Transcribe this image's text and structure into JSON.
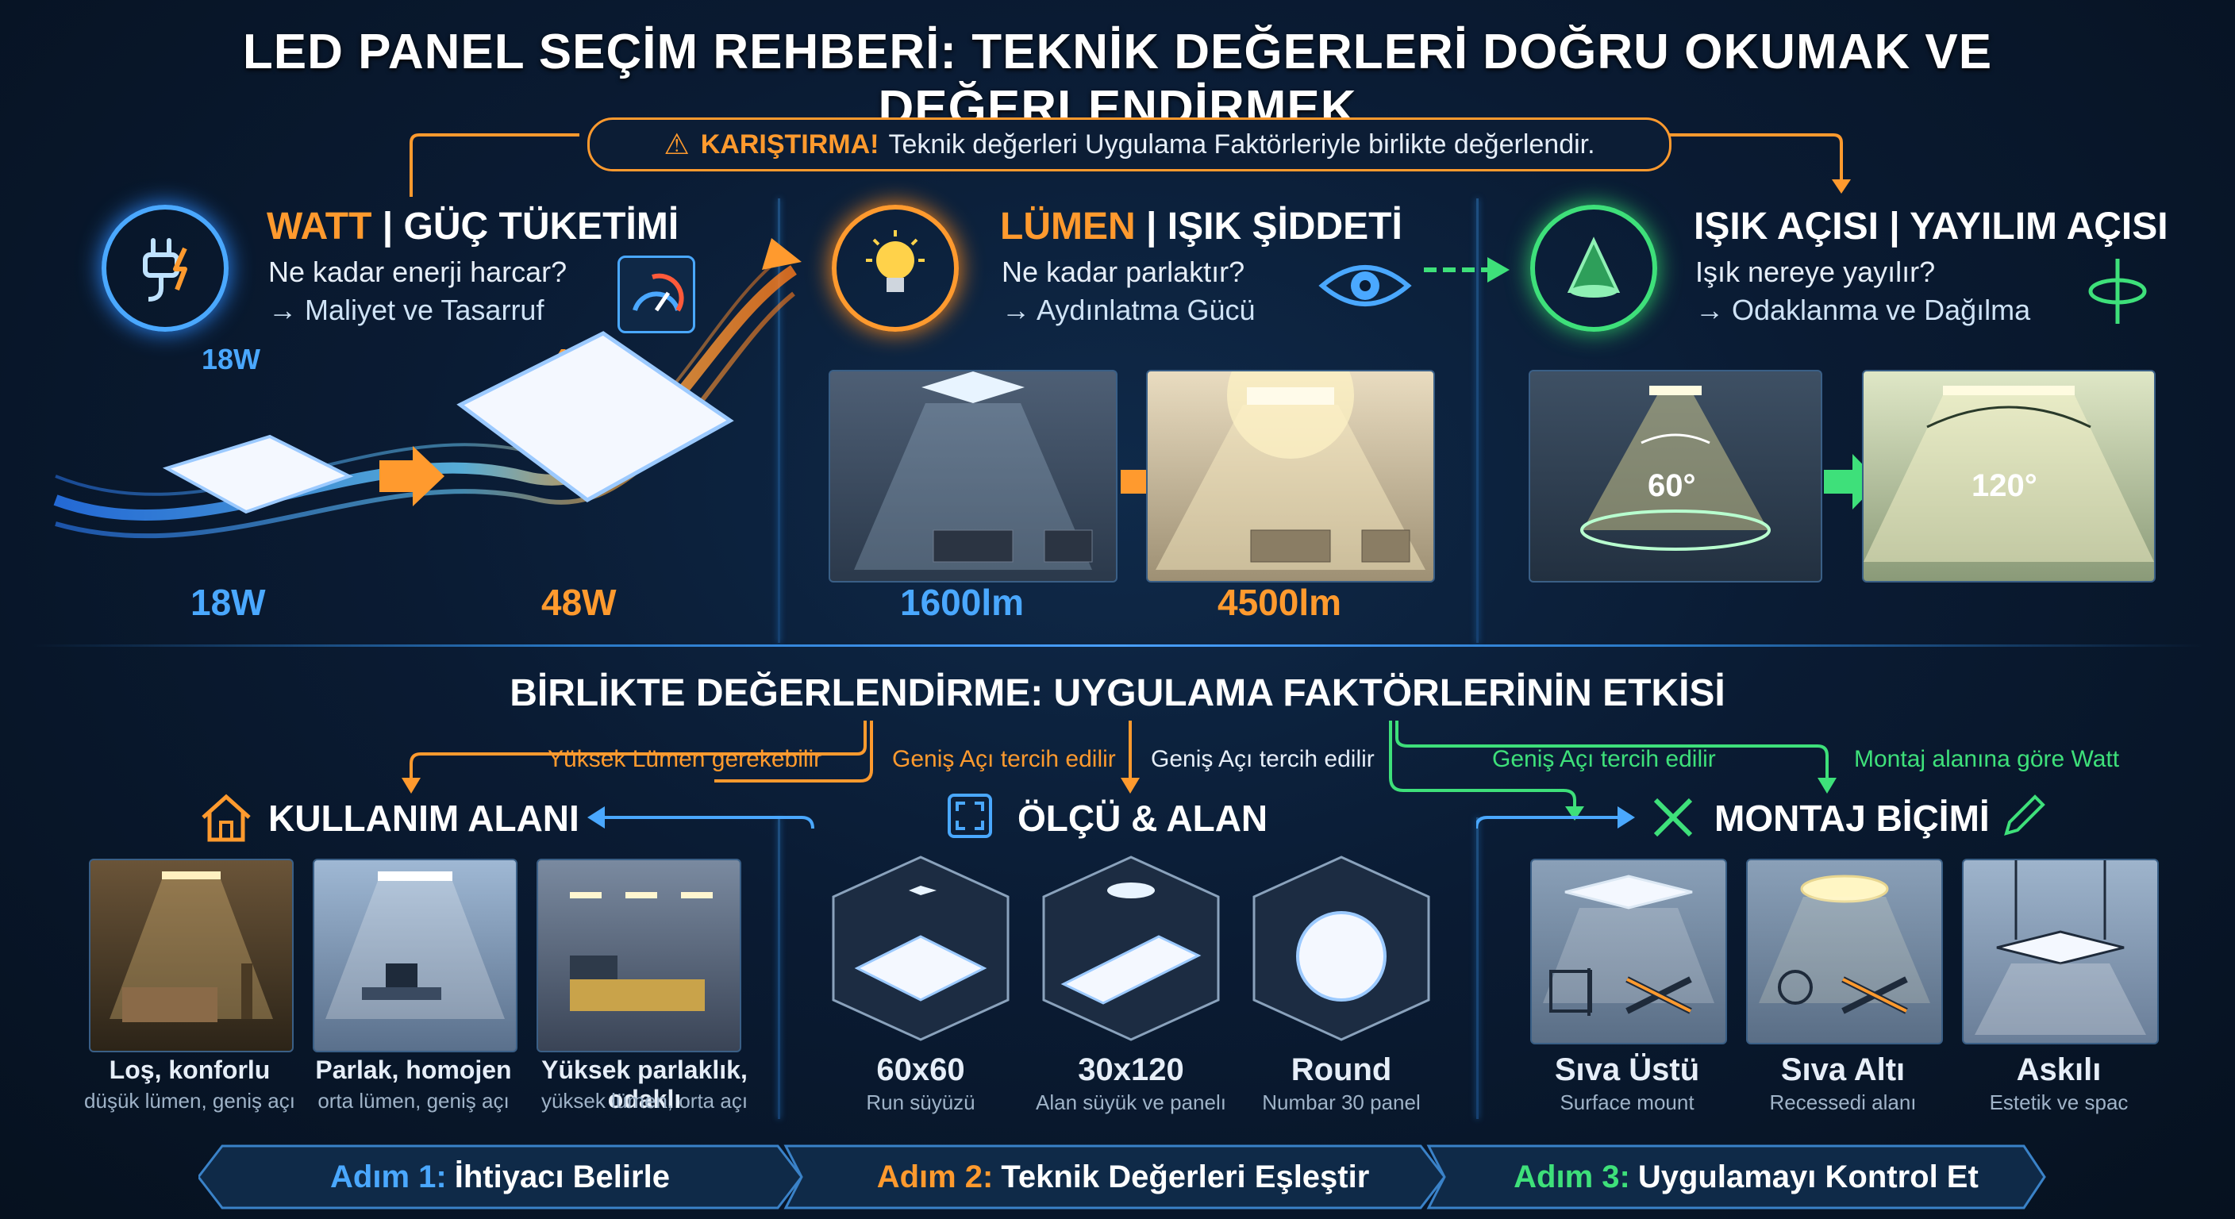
{
  "title": "LED PANEL SEÇİM REHBERİ: TEKNİK DEĞERLERİ DOĞRU OKUMAK VE DEĞERLENDİRMEK",
  "warning": {
    "label": "KARIŞTIRMA!",
    "text": "Teknik değerleri Uygulama Faktörleriyle birlikte değerlendir."
  },
  "watt": {
    "title_a": "WATT",
    "title_b": "GÜÇ TÜKETİMİ",
    "q": "Ne kadar enerji harcar?",
    "a": "→ Maliyet ve Tasarruf",
    "top_left": "18W",
    "top_right": "48W",
    "bottom_left": "18W",
    "bottom_right": "48W"
  },
  "lumen": {
    "title_a": "LÜMEN",
    "title_b": "IŞIK ŞİDDETİ",
    "q": "Ne kadar parlaktır?",
    "a": "→ Aydınlatma Gücü",
    "left": "1600lm",
    "right": "4500lm"
  },
  "angle": {
    "title": "IŞIK AÇISI | YAYILIM AÇISI",
    "q": "Işık nereye yayılır?",
    "a": "→ Odaklanma ve Dağılma",
    "left": "60°",
    "right": "120°"
  },
  "section2_title": "BİRLİKTE DEĞERLENDİRME: UYGULAMA FAKTÖRLERİNİN ETKİSİ",
  "flows": {
    "f1": "Yüksek Lümen gerekebilir",
    "f2": "Geniş Açı tercih edilir",
    "f3": "Geniş Açı tercih edilir",
    "f4": "Geniş Açı tercih edilir",
    "f5": "Montaj alanına göre Watt"
  },
  "usage": {
    "title": "KULLANIM ALANI",
    "items": [
      {
        "label": "Loş, konforlu",
        "sub": "düşük lümen, geniş açı"
      },
      {
        "label": "Parlak, homojen",
        "sub": "orta lümen, geniş açı"
      },
      {
        "label": "Yüksek parlaklık, odaklı",
        "sub": "yüksek lümen, orta açı"
      }
    ]
  },
  "size": {
    "title": "ÖLÇÜ & ALAN",
    "items": [
      {
        "label": "60x60",
        "sub": "Run süyüzü"
      },
      {
        "label": "30x120",
        "sub": "Alan süyük ve panelı"
      },
      {
        "label": "Round",
        "sub": "Numbar 30 panel"
      }
    ]
  },
  "mount": {
    "title": "MONTAJ BİÇİMİ",
    "items": [
      {
        "label": "Sıva Üstü",
        "sub": "Surface mount"
      },
      {
        "label": "Sıva Altı",
        "sub": "Recessedi alanı"
      },
      {
        "label": "Askılı",
        "sub": "Estetik ve spac"
      }
    ]
  },
  "steps": [
    {
      "num": "Adım 1:",
      "text": "İhtiyacı Belirle"
    },
    {
      "num": "Adım 2:",
      "text": "Teknik Değerleri Eşleştir"
    },
    {
      "num": "Adım 3:",
      "text": "Uygulamayı Kontrol Et"
    }
  ],
  "colors": {
    "blue": "#4aa8ff",
    "orange": "#ff9a2e",
    "green": "#3ee07a",
    "bg": "#0a1b33"
  }
}
